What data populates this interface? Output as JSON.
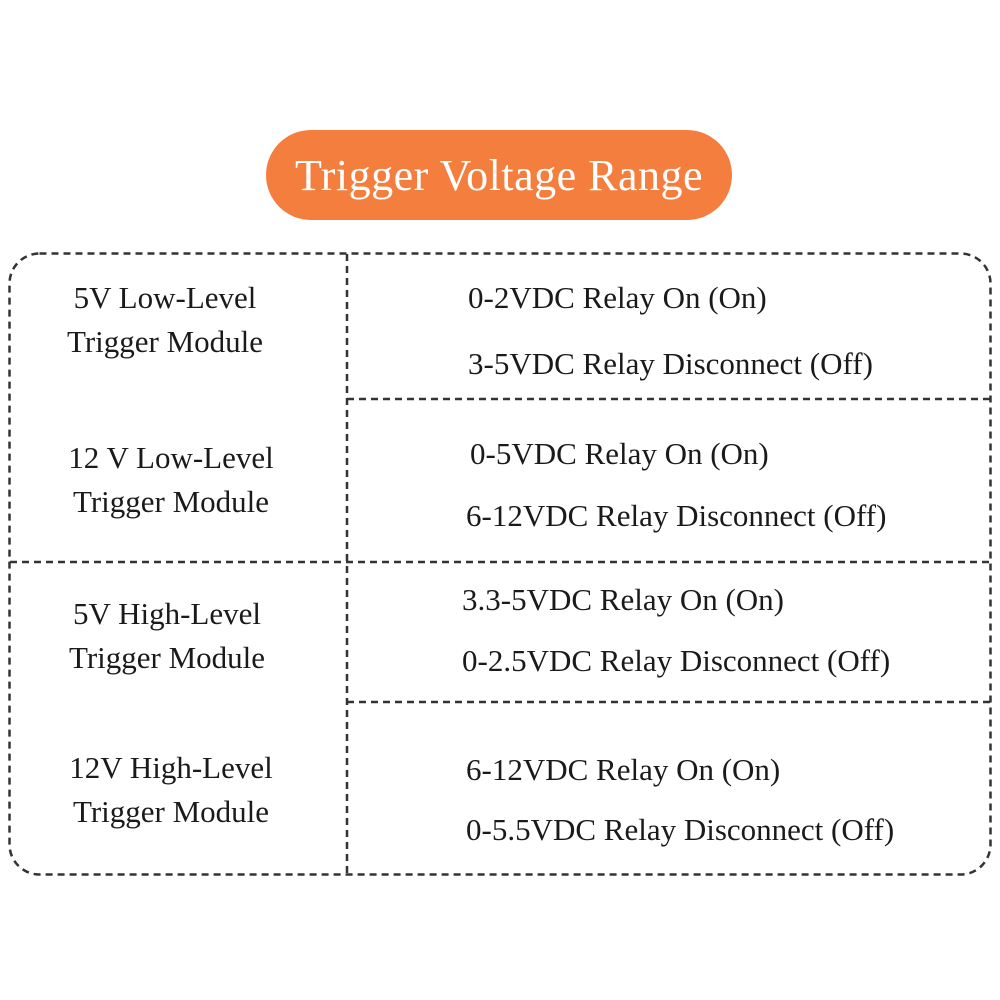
{
  "title": "Trigger Voltage Range",
  "rows": [
    {
      "module_line1": "5V Low-Level",
      "module_line2": "Trigger Module",
      "on": "0-2VDC Relay On (On)",
      "off": "3-5VDC Relay Disconnect (Off)"
    },
    {
      "module_line1": "12 V Low-Level",
      "module_line2": "Trigger Module",
      "on": "0-5VDC Relay On (On)",
      "off": "6-12VDC Relay Disconnect (Off)"
    },
    {
      "module_line1": "5V High-Level",
      "module_line2": "Trigger Module",
      "on": "3.3-5VDC Relay On (On)",
      "off": "0-2.5VDC Relay Disconnect (Off)"
    },
    {
      "module_line1": "12V High-Level",
      "module_line2": "Trigger Module",
      "on": "6-12VDC Relay On (On)",
      "off": "0-5.5VDC Relay Disconnect (Off)"
    }
  ],
  "colors": {
    "accent": "#f47e3e",
    "title_text": "#ffffff",
    "text": "#1a1a1a",
    "border": "#333333"
  }
}
